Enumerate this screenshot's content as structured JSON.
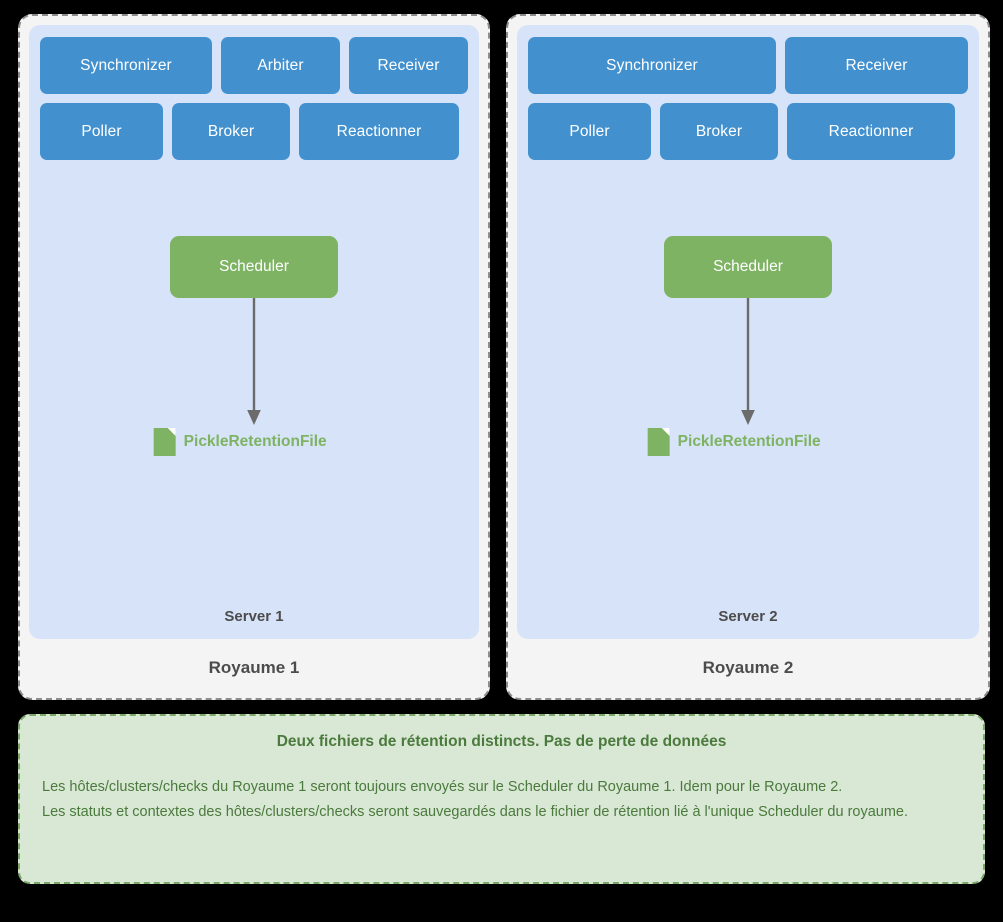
{
  "diagram": {
    "background_color": "#000000",
    "colors": {
      "daemon_blue": "#4291ce",
      "scheduler_green": "#7eb363",
      "server_panel_blue": "#d7e3f8",
      "realm_card_bg": "#f4f4f4",
      "note_bg": "#d9e7d5",
      "note_border": "#7aa96a",
      "note_text": "#4a7a3c",
      "label_text": "#4c4c4c"
    },
    "realms": [
      {
        "realm_label": "Royaume 1",
        "server_label": "Server 1",
        "daemon_rows": [
          [
            "Synchronizer",
            "Arbiter",
            "Receiver"
          ],
          [
            "Poller",
            "Broker",
            "Reactionner"
          ]
        ],
        "scheduler_label": "Scheduler",
        "file_label": "PickleRetentionFile",
        "file_icon": "document-icon",
        "arrow": "arrow-down-icon"
      },
      {
        "realm_label": "Royaume 2",
        "server_label": "Server 2",
        "daemon_rows": [
          [
            "Synchronizer",
            "Receiver"
          ],
          [
            "Poller",
            "Broker",
            "Reactionner"
          ]
        ],
        "scheduler_label": "Scheduler",
        "file_label": "PickleRetentionFile",
        "file_icon": "document-icon",
        "arrow": "arrow-down-icon"
      }
    ],
    "note": {
      "title": "Deux fichiers de rétention distincts. Pas de perte de données",
      "lines": [
        "Les hôtes/clusters/checks du Royaume 1 seront toujours envoyés sur le Scheduler du Royaume 1. Idem pour le Royaume 2.",
        "Les statuts et contextes des hôtes/clusters/checks seront sauvegardés dans le fichier de rétention lié à l'unique Scheduler du royaume."
      ]
    }
  }
}
